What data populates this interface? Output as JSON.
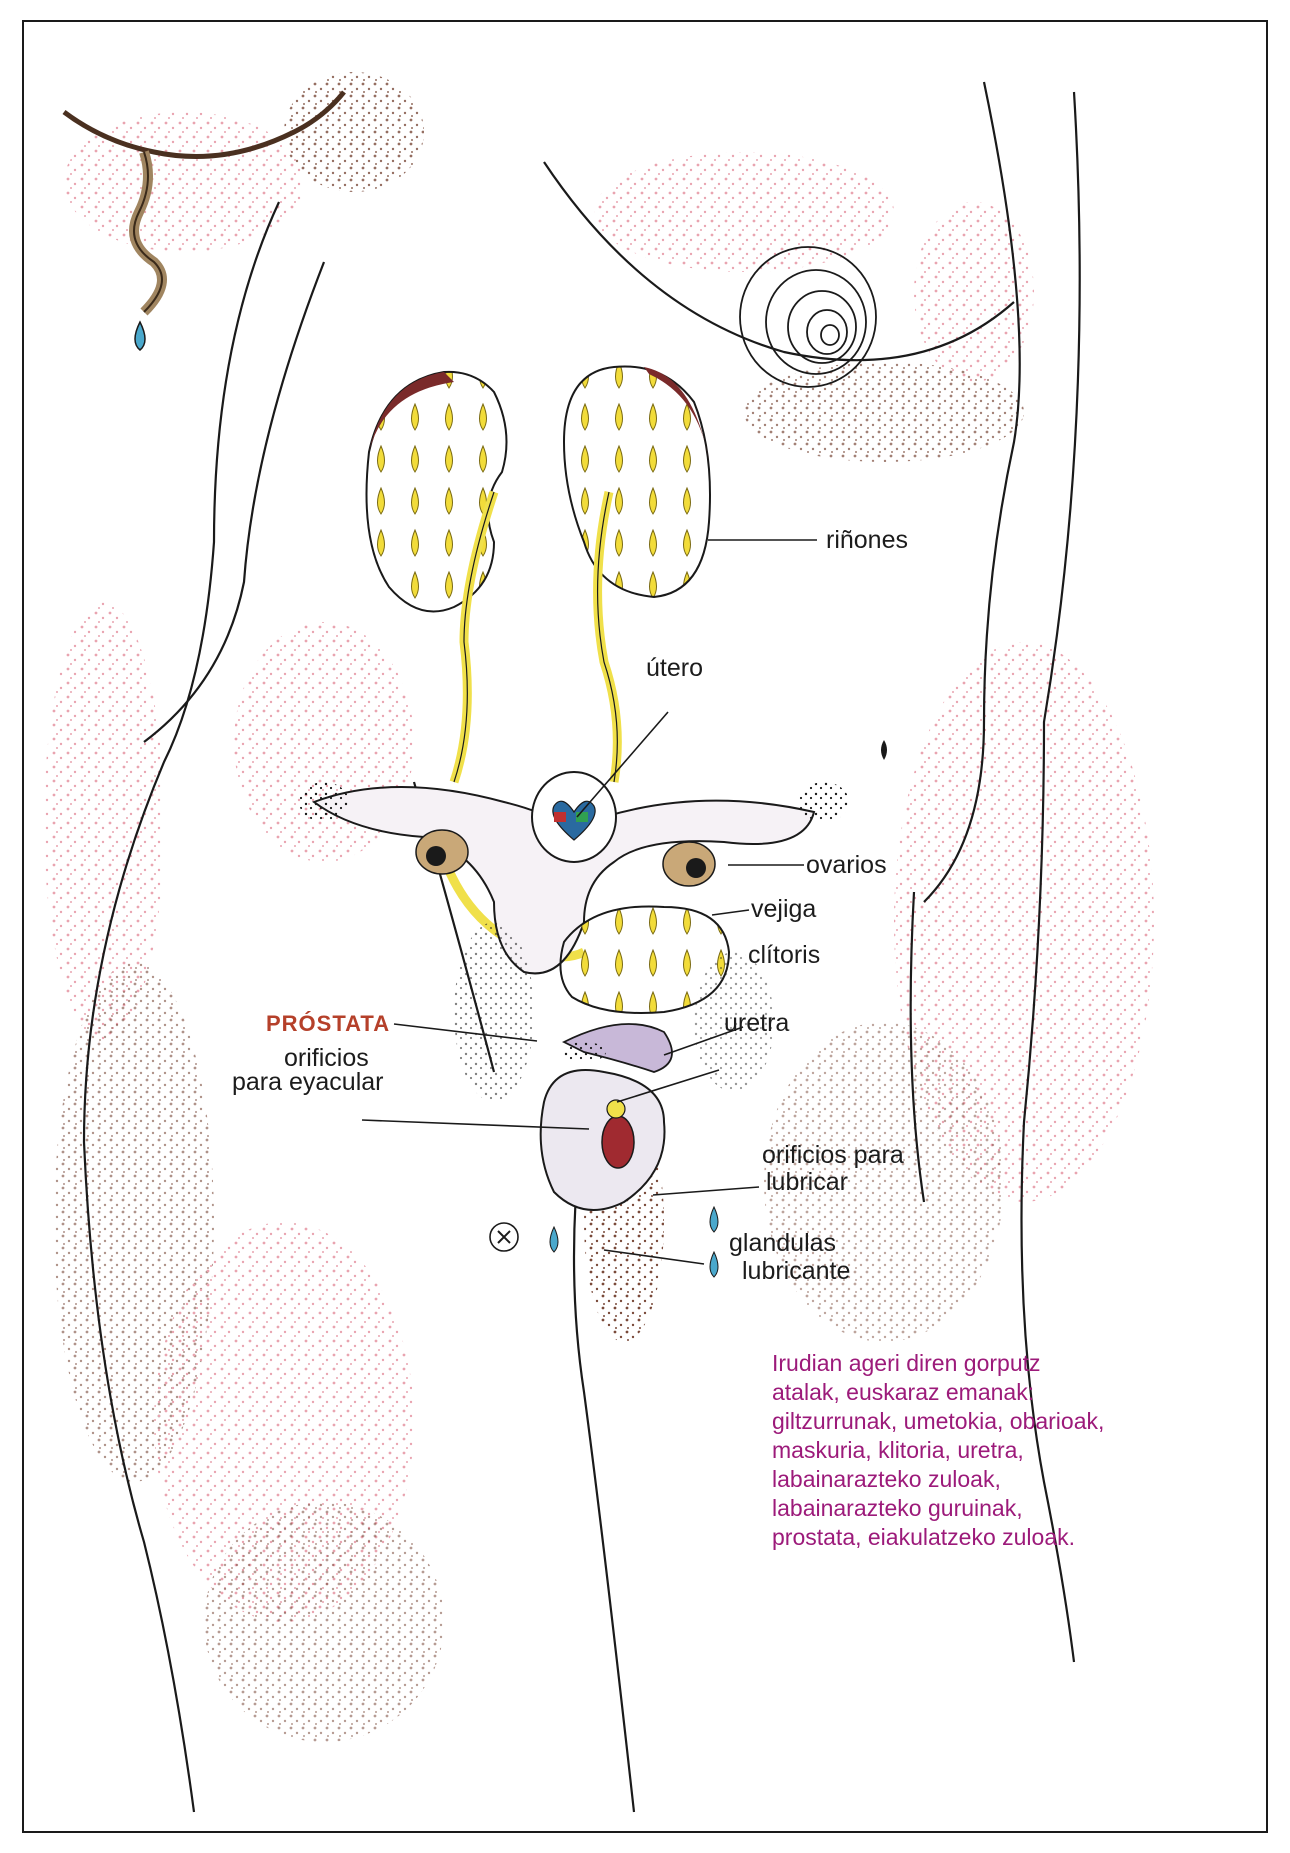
{
  "labels": {
    "rinones": "riñones",
    "utero": "útero",
    "ovarios": "ovarios",
    "vejiga": "vejiga",
    "clitoris": "clítoris",
    "prostata": "PRÓSTATA",
    "uretra": "uretra",
    "orificios_eyacular_1": "orificios",
    "orificios_eyacular_2": "para eyacular",
    "orificios_lubricar_1": "orificios para",
    "orificios_lubricar_2": "lubricar",
    "glandulas_1": "glandulas",
    "glandulas_2": "lubricante"
  },
  "caption": "Irudian ageri diren gorputz atalak, euskaraz emanak: giltzurrunak, umetokia, obarioak, maskuria, klitoria, uretra, labainarazteko zuloak, labainarazteko guruinak, prostata, eiakulatzeko zuloak.",
  "colors": {
    "line": "#1a1a1a",
    "accent_label": "#b5402a",
    "caption": "#9c1a7a",
    "drop_fill": "#f2dc3a",
    "kidney_edge": "#7a2a2a",
    "stipple_pink": "#e9a4b0",
    "stipple_brown": "#7a4a3a",
    "ureter": "#f0e04a",
    "water": "#4aa8cc"
  }
}
